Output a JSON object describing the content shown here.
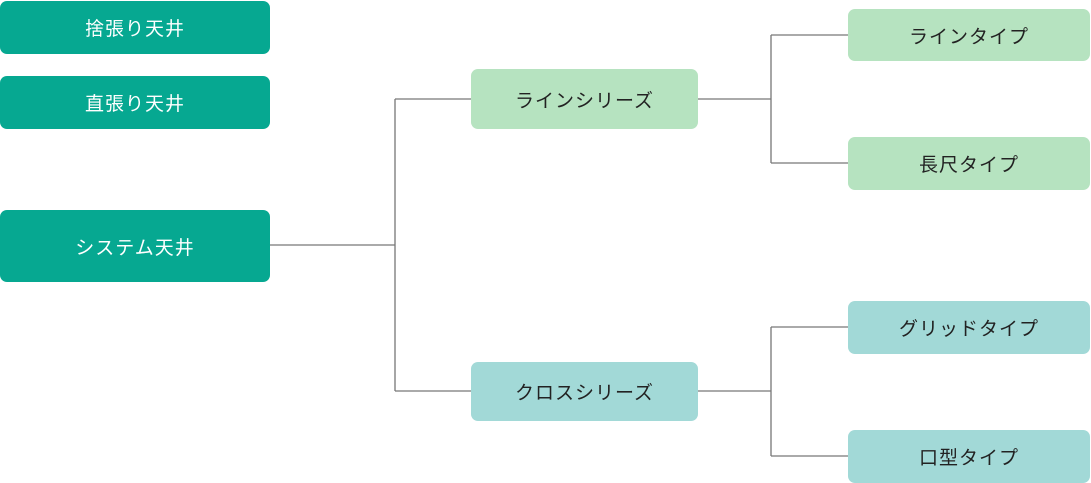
{
  "nodes": {
    "sutebari": "捨張り天井",
    "jikabari": "直張り天井",
    "system": "システム天井",
    "line_series": "ラインシリーズ",
    "cross_series": "クロスシリーズ",
    "line_type": "ラインタイプ",
    "choshaku_type": "長尺タイプ",
    "grid_type": "グリッドタイプ",
    "kuchigata_type": "口型タイプ"
  },
  "colors": {
    "root": "#06a891",
    "line_series": "#b6e3c0",
    "cross_series": "#a2d9d7",
    "connector": "#777777"
  }
}
